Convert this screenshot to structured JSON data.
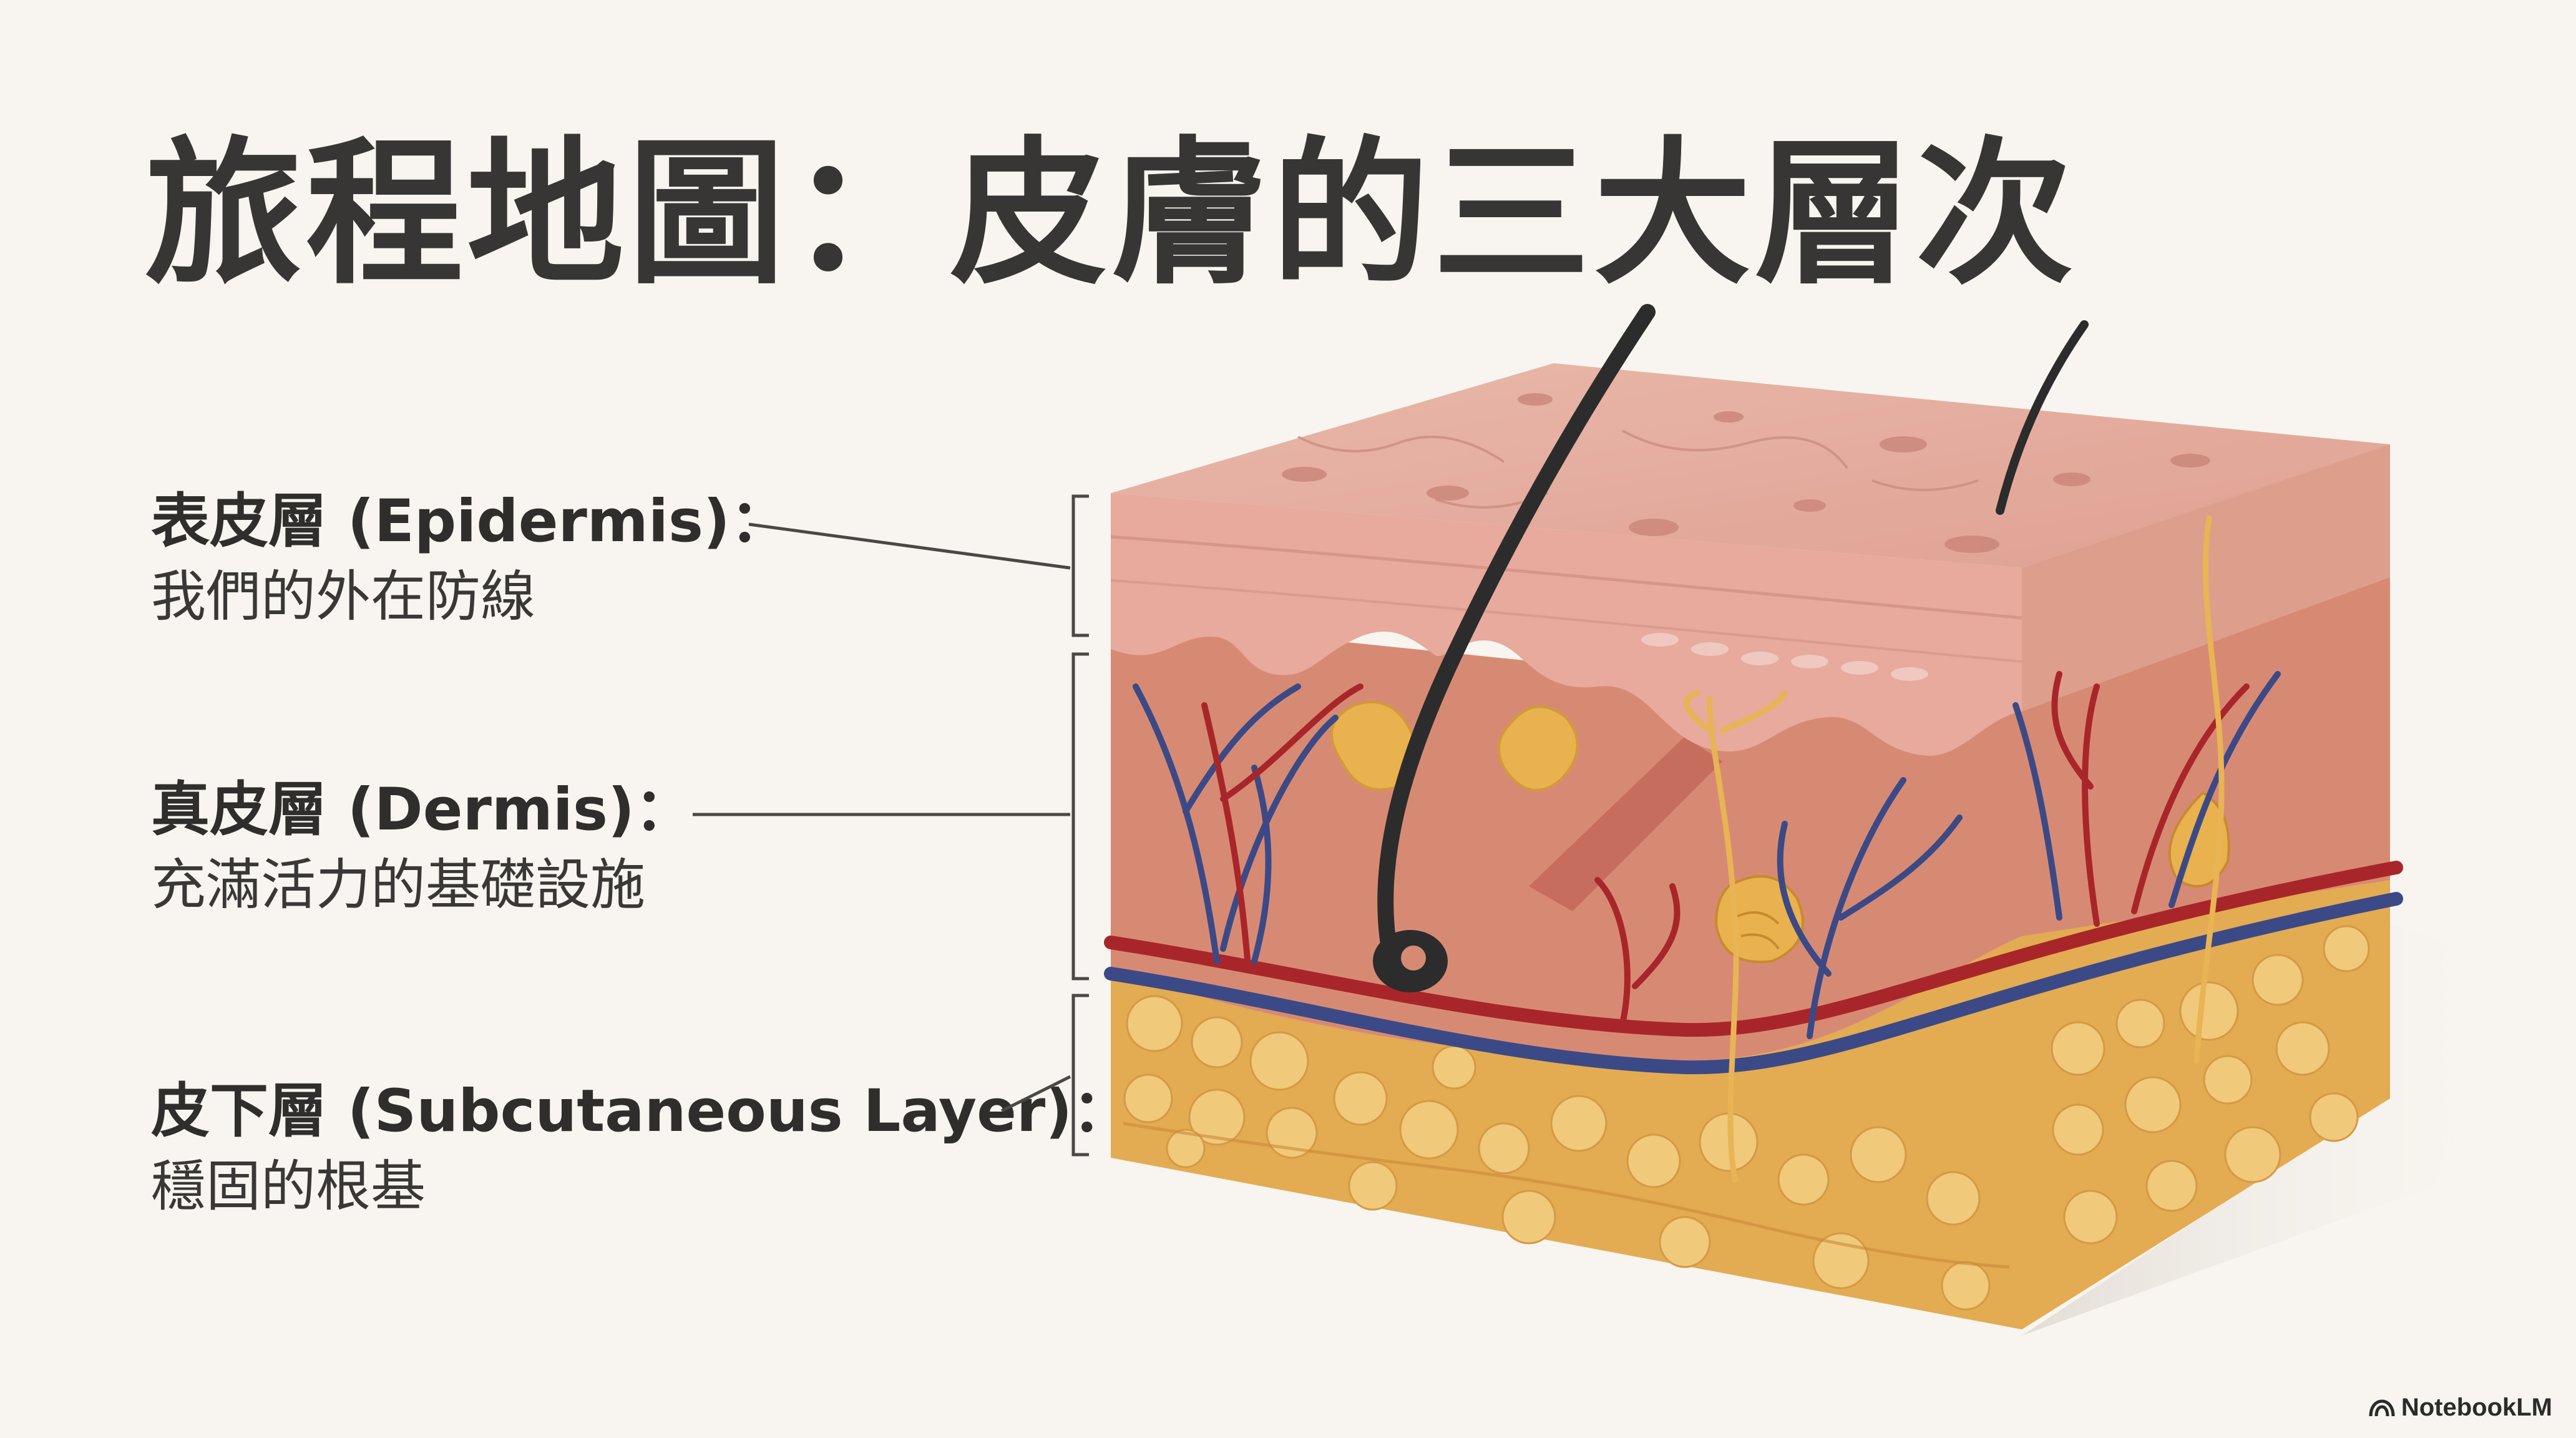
{
  "title": "旅程地圖：皮膚的三大層次",
  "layers": [
    {
      "name": "表皮層 (Epidermis)：",
      "desc": "我們的外在防線"
    },
    {
      "name": "真皮層 (Dermis)：",
      "desc": "充滿活力的基礎設施"
    },
    {
      "name": "皮下層 (Subcutaneous Layer)：",
      "desc": "穩固的根基"
    }
  ],
  "brand": {
    "name": "NotebookLM",
    "icon": "notebooklm-logo-icon"
  },
  "colors": {
    "epidermis": "#e3a89a",
    "dermis": "#d98672",
    "subcutaneous": "#e8b55a",
    "artery": "#a8262a",
    "vein": "#3b4a86",
    "nerve": "#e8b454",
    "hair": "#2a2a2a"
  }
}
